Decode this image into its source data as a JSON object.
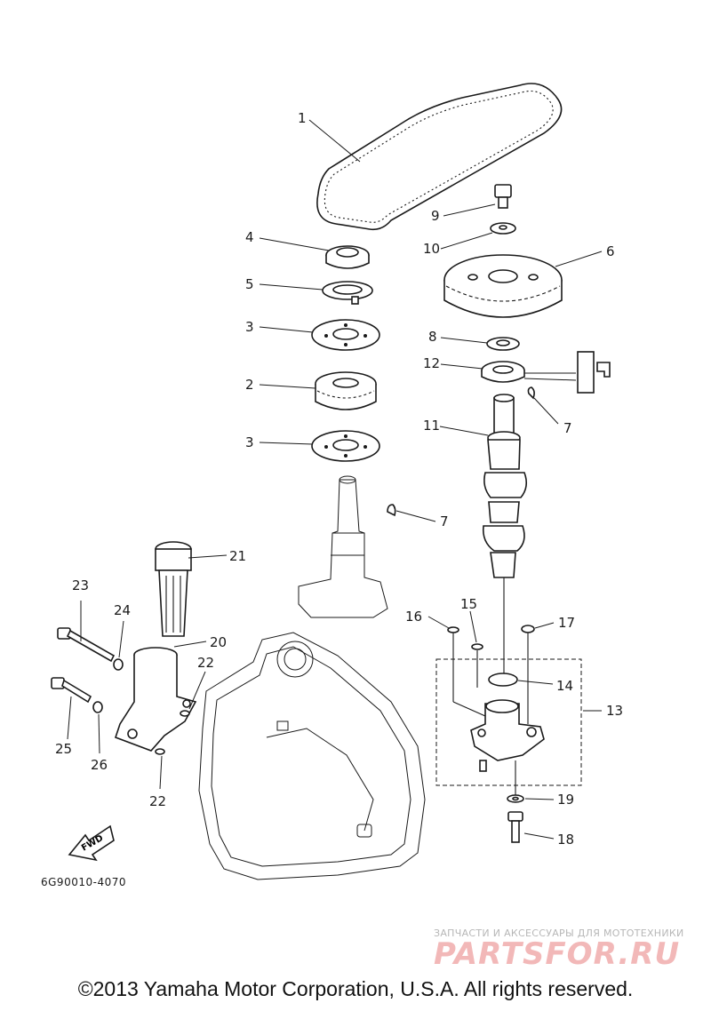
{
  "diagram_code": "6G90010-4070",
  "fwd_label": "FWD",
  "copyright": "©2013 Yamaha Motor Corporation, U.S.A. All rights reserved.",
  "watermark": {
    "tagline": "ЗАПЧАСТИ И АКСЕССУАРЫ ДЛЯ МОТОТЕХНИКИ",
    "logo": "PARTSFOR.RU"
  },
  "callouts": {
    "c1": "1",
    "c2": "2",
    "c3a": "3",
    "c3b": "3",
    "c4": "4",
    "c5": "5",
    "c6": "6",
    "c7a": "7",
    "c7b": "7",
    "c8": "8",
    "c9": "9",
    "c10": "10",
    "c11": "11",
    "c12": "12",
    "c13": "13",
    "c14": "14",
    "c15": "15",
    "c16": "16",
    "c17": "17",
    "c18": "18",
    "c19": "19",
    "c20": "20",
    "c21": "21",
    "c22a": "22",
    "c22b": "22",
    "c23": "23",
    "c24": "24",
    "c25": "25",
    "c26": "26"
  }
}
